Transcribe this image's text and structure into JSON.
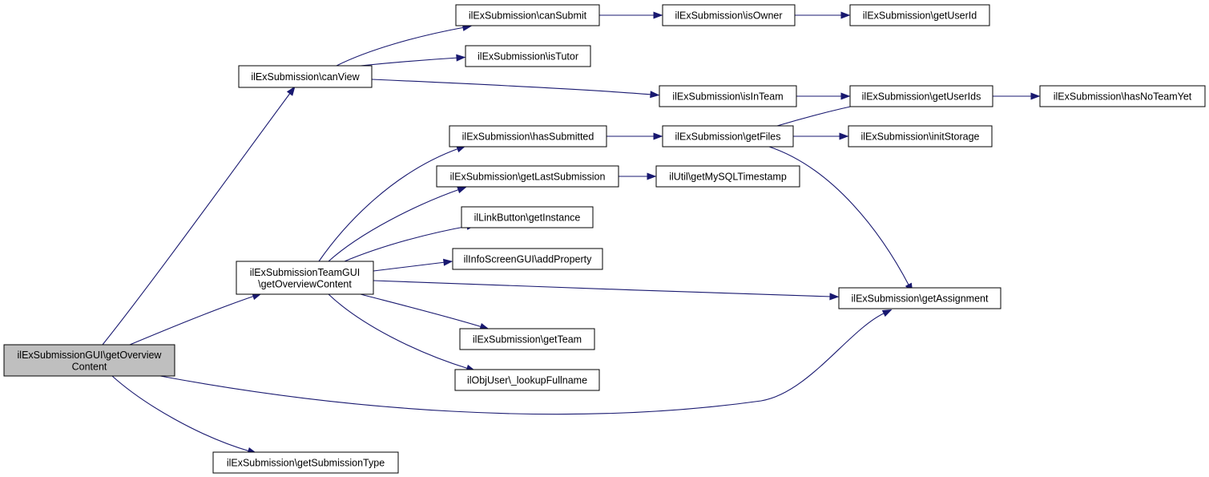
{
  "nodes": [
    {
      "id": "root",
      "name": "node-getoverviewcontent-gui",
      "lines": [
        "ilExSubmissionGUI\\getOverview",
        "Content"
      ],
      "root": true
    },
    {
      "id": "canView",
      "name": "node-canview",
      "lines": [
        "ilExSubmission\\canView"
      ]
    },
    {
      "id": "teamGui",
      "name": "node-team-gui-getoverviewcontent",
      "lines": [
        "ilExSubmissionTeamGUI",
        "\\getOverviewContent"
      ]
    },
    {
      "id": "getSubType",
      "name": "node-getsubmissiontype",
      "lines": [
        "ilExSubmission\\getSubmissionType"
      ]
    },
    {
      "id": "canSubmit",
      "name": "node-cansubmit",
      "lines": [
        "ilExSubmission\\canSubmit"
      ]
    },
    {
      "id": "isTutor",
      "name": "node-istutor",
      "lines": [
        "ilExSubmission\\isTutor"
      ]
    },
    {
      "id": "isOwner",
      "name": "node-isowner",
      "lines": [
        "ilExSubmission\\isOwner"
      ]
    },
    {
      "id": "getUserId",
      "name": "node-getuserid",
      "lines": [
        "ilExSubmission\\getUserId"
      ]
    },
    {
      "id": "isInTeam",
      "name": "node-isinteam",
      "lines": [
        "ilExSubmission\\isInTeam"
      ]
    },
    {
      "id": "getUserIds",
      "name": "node-getuserids",
      "lines": [
        "ilExSubmission\\getUserIds"
      ]
    },
    {
      "id": "hasNoTeamYet",
      "name": "node-hasnoteamyet",
      "lines": [
        "ilExSubmission\\hasNoTeamYet"
      ]
    },
    {
      "id": "hasSubmitted",
      "name": "node-hassubmitted",
      "lines": [
        "ilExSubmission\\hasSubmitted"
      ]
    },
    {
      "id": "getFiles",
      "name": "node-getfiles",
      "lines": [
        "ilExSubmission\\getFiles"
      ]
    },
    {
      "id": "initStorage",
      "name": "node-initstorage",
      "lines": [
        "ilExSubmission\\initStorage"
      ]
    },
    {
      "id": "getLastSub",
      "name": "node-getlastsubmission",
      "lines": [
        "ilExSubmission\\getLastSubmission"
      ]
    },
    {
      "id": "mysqlTs",
      "name": "node-getmysqltimestamp",
      "lines": [
        "ilUtil\\getMySQLTimestamp"
      ]
    },
    {
      "id": "linkBtn",
      "name": "node-linkbutton-getinstance",
      "lines": [
        "ilLinkButton\\getInstance"
      ]
    },
    {
      "id": "addProp",
      "name": "node-infoscreen-addproperty",
      "lines": [
        "ilInfoScreenGUI\\addProperty"
      ]
    },
    {
      "id": "getAssign",
      "name": "node-getassignment",
      "lines": [
        "ilExSubmission\\getAssignment"
      ]
    },
    {
      "id": "getTeam",
      "name": "node-getteam",
      "lines": [
        "ilExSubmission\\getTeam"
      ]
    },
    {
      "id": "lookupName",
      "name": "node-lookupfullname",
      "lines": [
        "ilObjUser\\_lookupFullname"
      ]
    }
  ],
  "edges": [
    {
      "from": "root",
      "to": "canView"
    },
    {
      "from": "root",
      "to": "teamGui"
    },
    {
      "from": "root",
      "to": "getAssign"
    },
    {
      "from": "root",
      "to": "getSubType"
    },
    {
      "from": "canView",
      "to": "canSubmit"
    },
    {
      "from": "canView",
      "to": "isTutor"
    },
    {
      "from": "canView",
      "to": "isInTeam"
    },
    {
      "from": "canSubmit",
      "to": "isOwner"
    },
    {
      "from": "isOwner",
      "to": "getUserId"
    },
    {
      "from": "isInTeam",
      "to": "getUserIds"
    },
    {
      "from": "getUserIds",
      "to": "hasNoTeamYet"
    },
    {
      "from": "teamGui",
      "to": "hasSubmitted"
    },
    {
      "from": "teamGui",
      "to": "getLastSub"
    },
    {
      "from": "teamGui",
      "to": "linkBtn"
    },
    {
      "from": "teamGui",
      "to": "addProp"
    },
    {
      "from": "teamGui",
      "to": "getAssign"
    },
    {
      "from": "teamGui",
      "to": "getTeam"
    },
    {
      "from": "teamGui",
      "to": "lookupName"
    },
    {
      "from": "hasSubmitted",
      "to": "getFiles"
    },
    {
      "from": "getFiles",
      "to": "getUserIds"
    },
    {
      "from": "getFiles",
      "to": "initStorage"
    },
    {
      "from": "getFiles",
      "to": "getAssign"
    },
    {
      "from": "getLastSub",
      "to": "mysqlTs"
    }
  ],
  "colors": {
    "edge": "#191970",
    "root_fill": "#bfbfbf",
    "node_fill": "#ffffff",
    "border": "#000000"
  }
}
